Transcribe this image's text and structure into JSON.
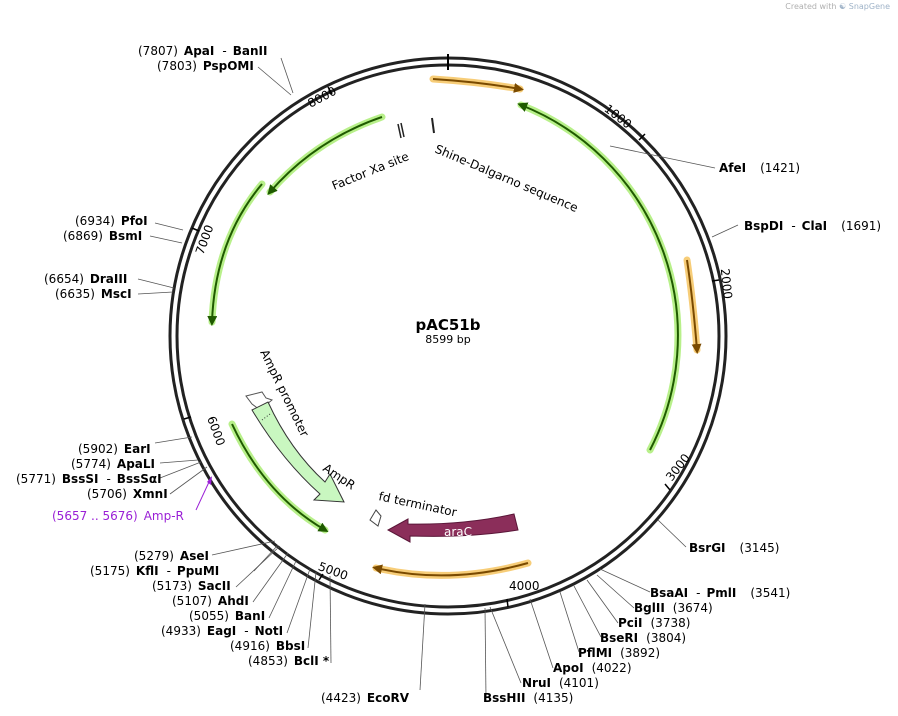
{
  "credit": {
    "prefix": "Created with",
    "brand": "SnapGene"
  },
  "plasmid": {
    "name": "pAC51b",
    "length_text": "8599 bp"
  },
  "colors": {
    "orf": "#3a8a0a",
    "orf_glow": "#b8f08a",
    "orange": "#a86a08",
    "orange_glow": "#f7cd78",
    "amp": "#c9f7c0",
    "arac": "#8b2e5a",
    "primer": "#9a1fd6"
  },
  "ticks": [
    "1000",
    "2000",
    "3000",
    "4000",
    "5000",
    "6000",
    "7000",
    "8000"
  ],
  "sites": [
    {
      "id": "apai",
      "pos": "(7807)",
      "name": "ApaI",
      "sep": "-",
      "name2": "BanII"
    },
    {
      "id": "pspomi",
      "pos": "(7803)",
      "name": "PspOMI"
    },
    {
      "id": "afei",
      "name": "AfeI",
      "pos": "(1421)"
    },
    {
      "id": "bspdi",
      "name": "BspDI",
      "sep": "-",
      "name2": "ClaI",
      "pos": "(1691)"
    },
    {
      "id": "pfoi",
      "pos": "(6934)",
      "name": "PfoI"
    },
    {
      "id": "bsmi",
      "pos": "(6869)",
      "name": "BsmI"
    },
    {
      "id": "draiii",
      "pos": "(6654)",
      "name": "DraIII"
    },
    {
      "id": "msci",
      "pos": "(6635)",
      "name": "MscI"
    },
    {
      "id": "eari",
      "pos": "(5902)",
      "name": "EarI"
    },
    {
      "id": "apali",
      "pos": "(5774)",
      "name": "ApaLI"
    },
    {
      "id": "bsssi",
      "pos": "(5771)",
      "name": "BssSI",
      "sep": "-",
      "name2": "BssSαI"
    },
    {
      "id": "xmni",
      "pos": "(5706)",
      "name": "XmnI"
    },
    {
      "id": "bsrgi",
      "name": "BsrGI",
      "pos": "(3145)"
    },
    {
      "id": "bsaai",
      "name": "BsaAI",
      "sep": "-",
      "name2": "PmlI",
      "pos": "(3541)"
    },
    {
      "id": "bglii",
      "name": "BglII",
      "pos": "(3674)"
    },
    {
      "id": "pcii",
      "name": "PciI",
      "pos": "(3738)"
    },
    {
      "id": "bseri",
      "name": "BseRI",
      "pos": "(3804)"
    },
    {
      "id": "pflmi",
      "name": "PflMI",
      "pos": "(3892)"
    },
    {
      "id": "apoi",
      "name": "ApoI",
      "pos": "(4022)"
    },
    {
      "id": "nrui",
      "name": "NruI",
      "pos": "(4101)"
    },
    {
      "id": "bsshii",
      "name": "BssHII",
      "pos": "(4135)"
    },
    {
      "id": "asei",
      "pos": "(5279)",
      "name": "AseI"
    },
    {
      "id": "kfli",
      "pos": "(5175)",
      "name": "KflI",
      "sep": "-",
      "name2": "PpuMI"
    },
    {
      "id": "sacii",
      "pos": "(5173)",
      "name": "SacII"
    },
    {
      "id": "ahdi",
      "pos": "(5107)",
      "name": "AhdI"
    },
    {
      "id": "bani",
      "pos": "(5055)",
      "name": "BanI"
    },
    {
      "id": "eagi",
      "pos": "(4933)",
      "name": "EagI",
      "sep": "-",
      "name2": "NotI"
    },
    {
      "id": "bbsi",
      "pos": "(4916)",
      "name": "BbsI"
    },
    {
      "id": "bcli",
      "pos": "(4853)",
      "name": "BclI *"
    },
    {
      "id": "ecorv",
      "pos": "(4423)",
      "name": "EcoRV"
    }
  ],
  "primer": {
    "range": "(5657 .. 5676)",
    "name": "Amp-R"
  },
  "features": {
    "factor_xa": "Factor Xa site",
    "shine_dalgarno": "Shine-Dalgarno sequence",
    "ampr_promoter": "AmpR promoter",
    "ampr": "AmpR",
    "fd_terminator": "fd terminator",
    "arac": "araC"
  }
}
